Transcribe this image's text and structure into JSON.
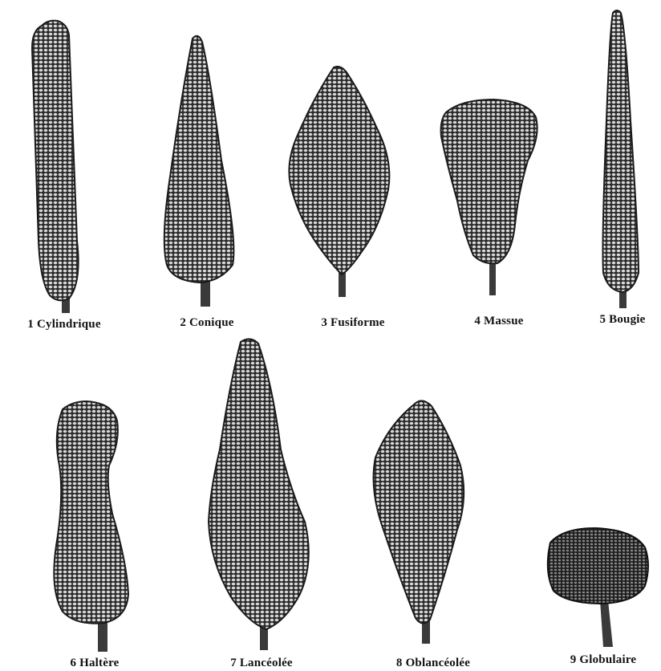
{
  "colors": {
    "ink": "#1a1a1a",
    "texture_dark": "#2b2b2b",
    "texture_light": "#d9d9d9",
    "stalk": "#3a3a3a",
    "background": "#ffffff"
  },
  "shapes": [
    {
      "number": "1",
      "label": "Cylindrique",
      "caption": "1  Cylindrique"
    },
    {
      "number": "2",
      "label": "Conique",
      "caption": "2  Conique"
    },
    {
      "number": "3",
      "label": "Fusiforme",
      "caption": "3  Fusiforme"
    },
    {
      "number": "4",
      "label": "Massue",
      "caption": "4  Massue"
    },
    {
      "number": "5",
      "label": "Bougie",
      "caption": "5  Bougie"
    },
    {
      "number": "6",
      "label": "Haltère",
      "caption": "6  Haltère"
    },
    {
      "number": "7",
      "label": "Lancéolée",
      "caption": "7  Lancéolée"
    },
    {
      "number": "8",
      "label": "Oblancéolée",
      "caption": "8  Oblancéolée"
    },
    {
      "number": "9",
      "label": "Globulaire",
      "caption": "9  Globulaire"
    }
  ]
}
